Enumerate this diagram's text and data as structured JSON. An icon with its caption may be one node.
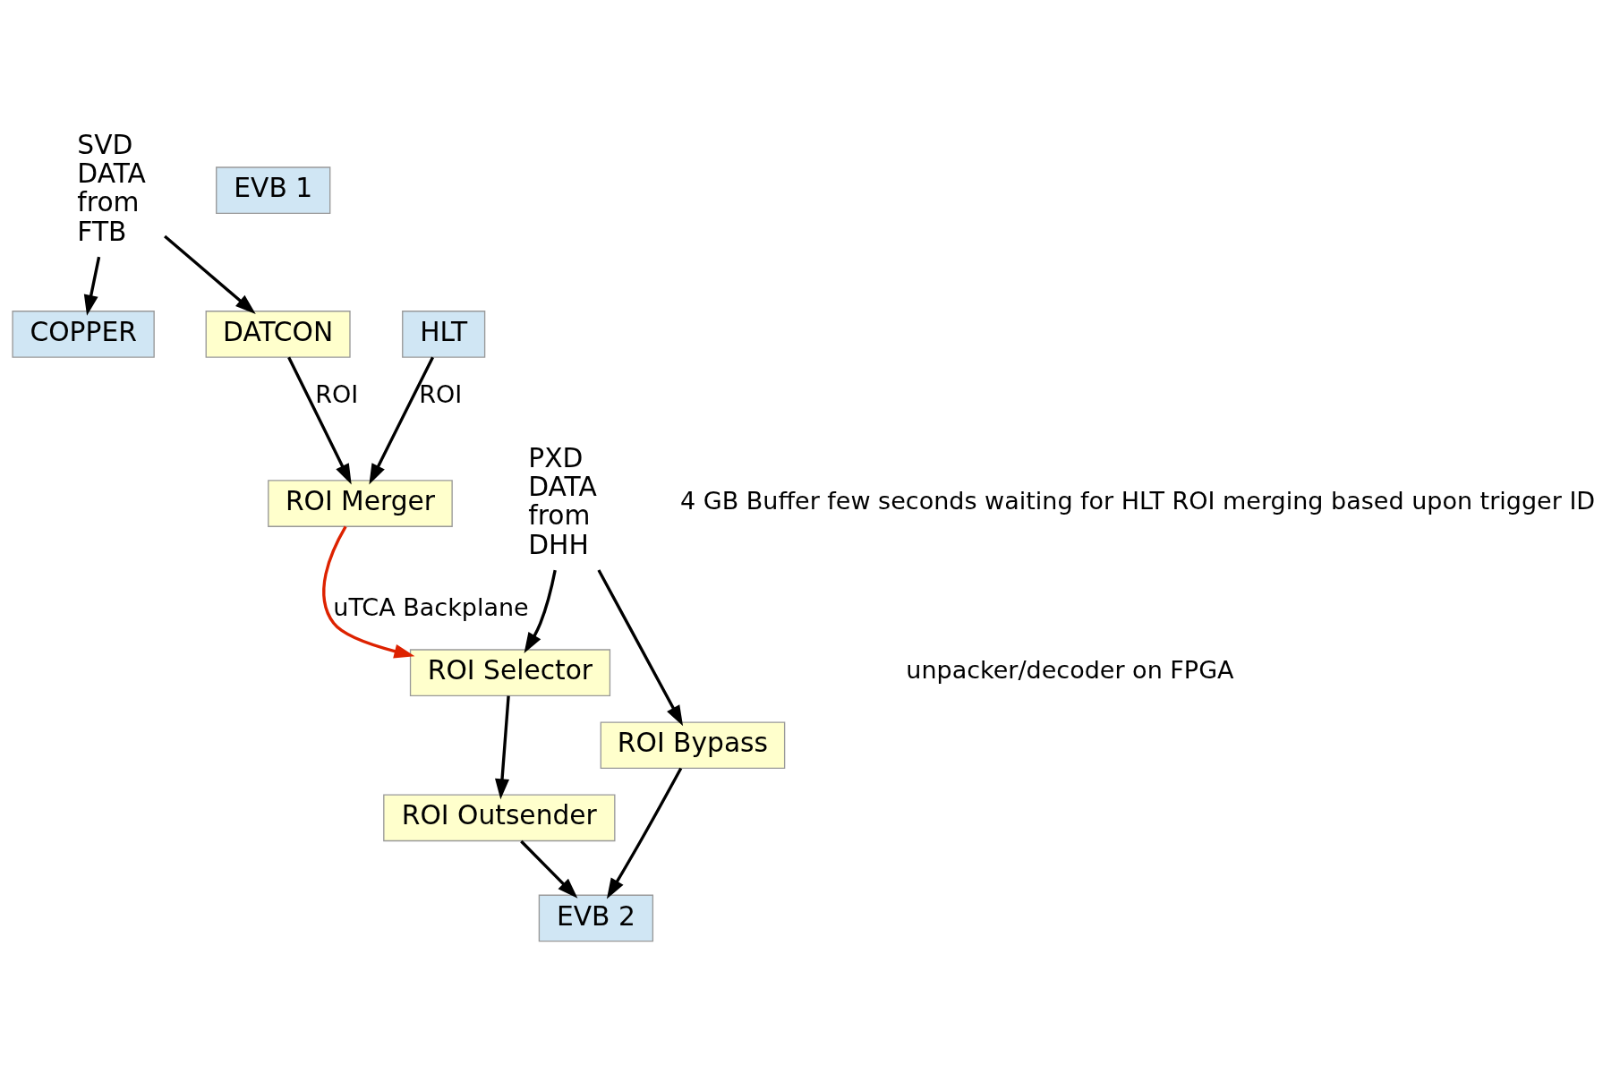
{
  "diagram": {
    "nodes": [
      {
        "text": [
          "COPPER"
        ]
      },
      {
        "text": [
          "EVB 1"
        ]
      },
      {
        "text": [
          "HLT"
        ]
      },
      {
        "text": [
          "SVD DATA from FTB"
        ]
      },
      {
        "text": [
          "DATCON"
        ]
      },
      {
        "text": [
          "ROI Merger"
        ]
      },
      {
        "text": [
          "ROI Selector"
        ]
      },
      {
        "text": [
          "PXD DATA from DHH"
        ]
      },
      {
        "text": [
          "ROI Outsender"
        ]
      },
      {
        "text": [
          "EVB 2"
        ]
      },
      {
        "text": [
          "ROI Bypass"
        ]
      }
    ],
    "edges": [
      {
        "from": 3,
        "to": 0,
        "arrow": "to"
      },
      {
        "from": 3,
        "to": 4,
        "arrow": "to"
      },
      {
        "from": 4,
        "to": 5,
        "arrow": "to",
        "label": "ROI"
      },
      {
        "from": 2,
        "to": 5,
        "arrow": "to",
        "label": "ROI"
      },
      {
        "from": 5,
        "to": 6,
        "arrow": "to",
        "label": "uTCA Backplane",
        "color": "#dd2200"
      },
      {
        "from": 7,
        "to": 6,
        "arrow": "to"
      },
      {
        "from": 7,
        "to": 10,
        "arrow": "to"
      },
      {
        "from": 6,
        "to": 8,
        "arrow": "to"
      },
      {
        "from": 8,
        "to": 9,
        "arrow": "to"
      },
      {
        "from": 10,
        "to": 9,
        "arrow": "to"
      }
    ],
    "labels": [
      "4 GB Buffer few seconds waiting for HLT ROI merging based upon trigger ID",
      "unpacker/decoder on FPGA"
    ]
  }
}
